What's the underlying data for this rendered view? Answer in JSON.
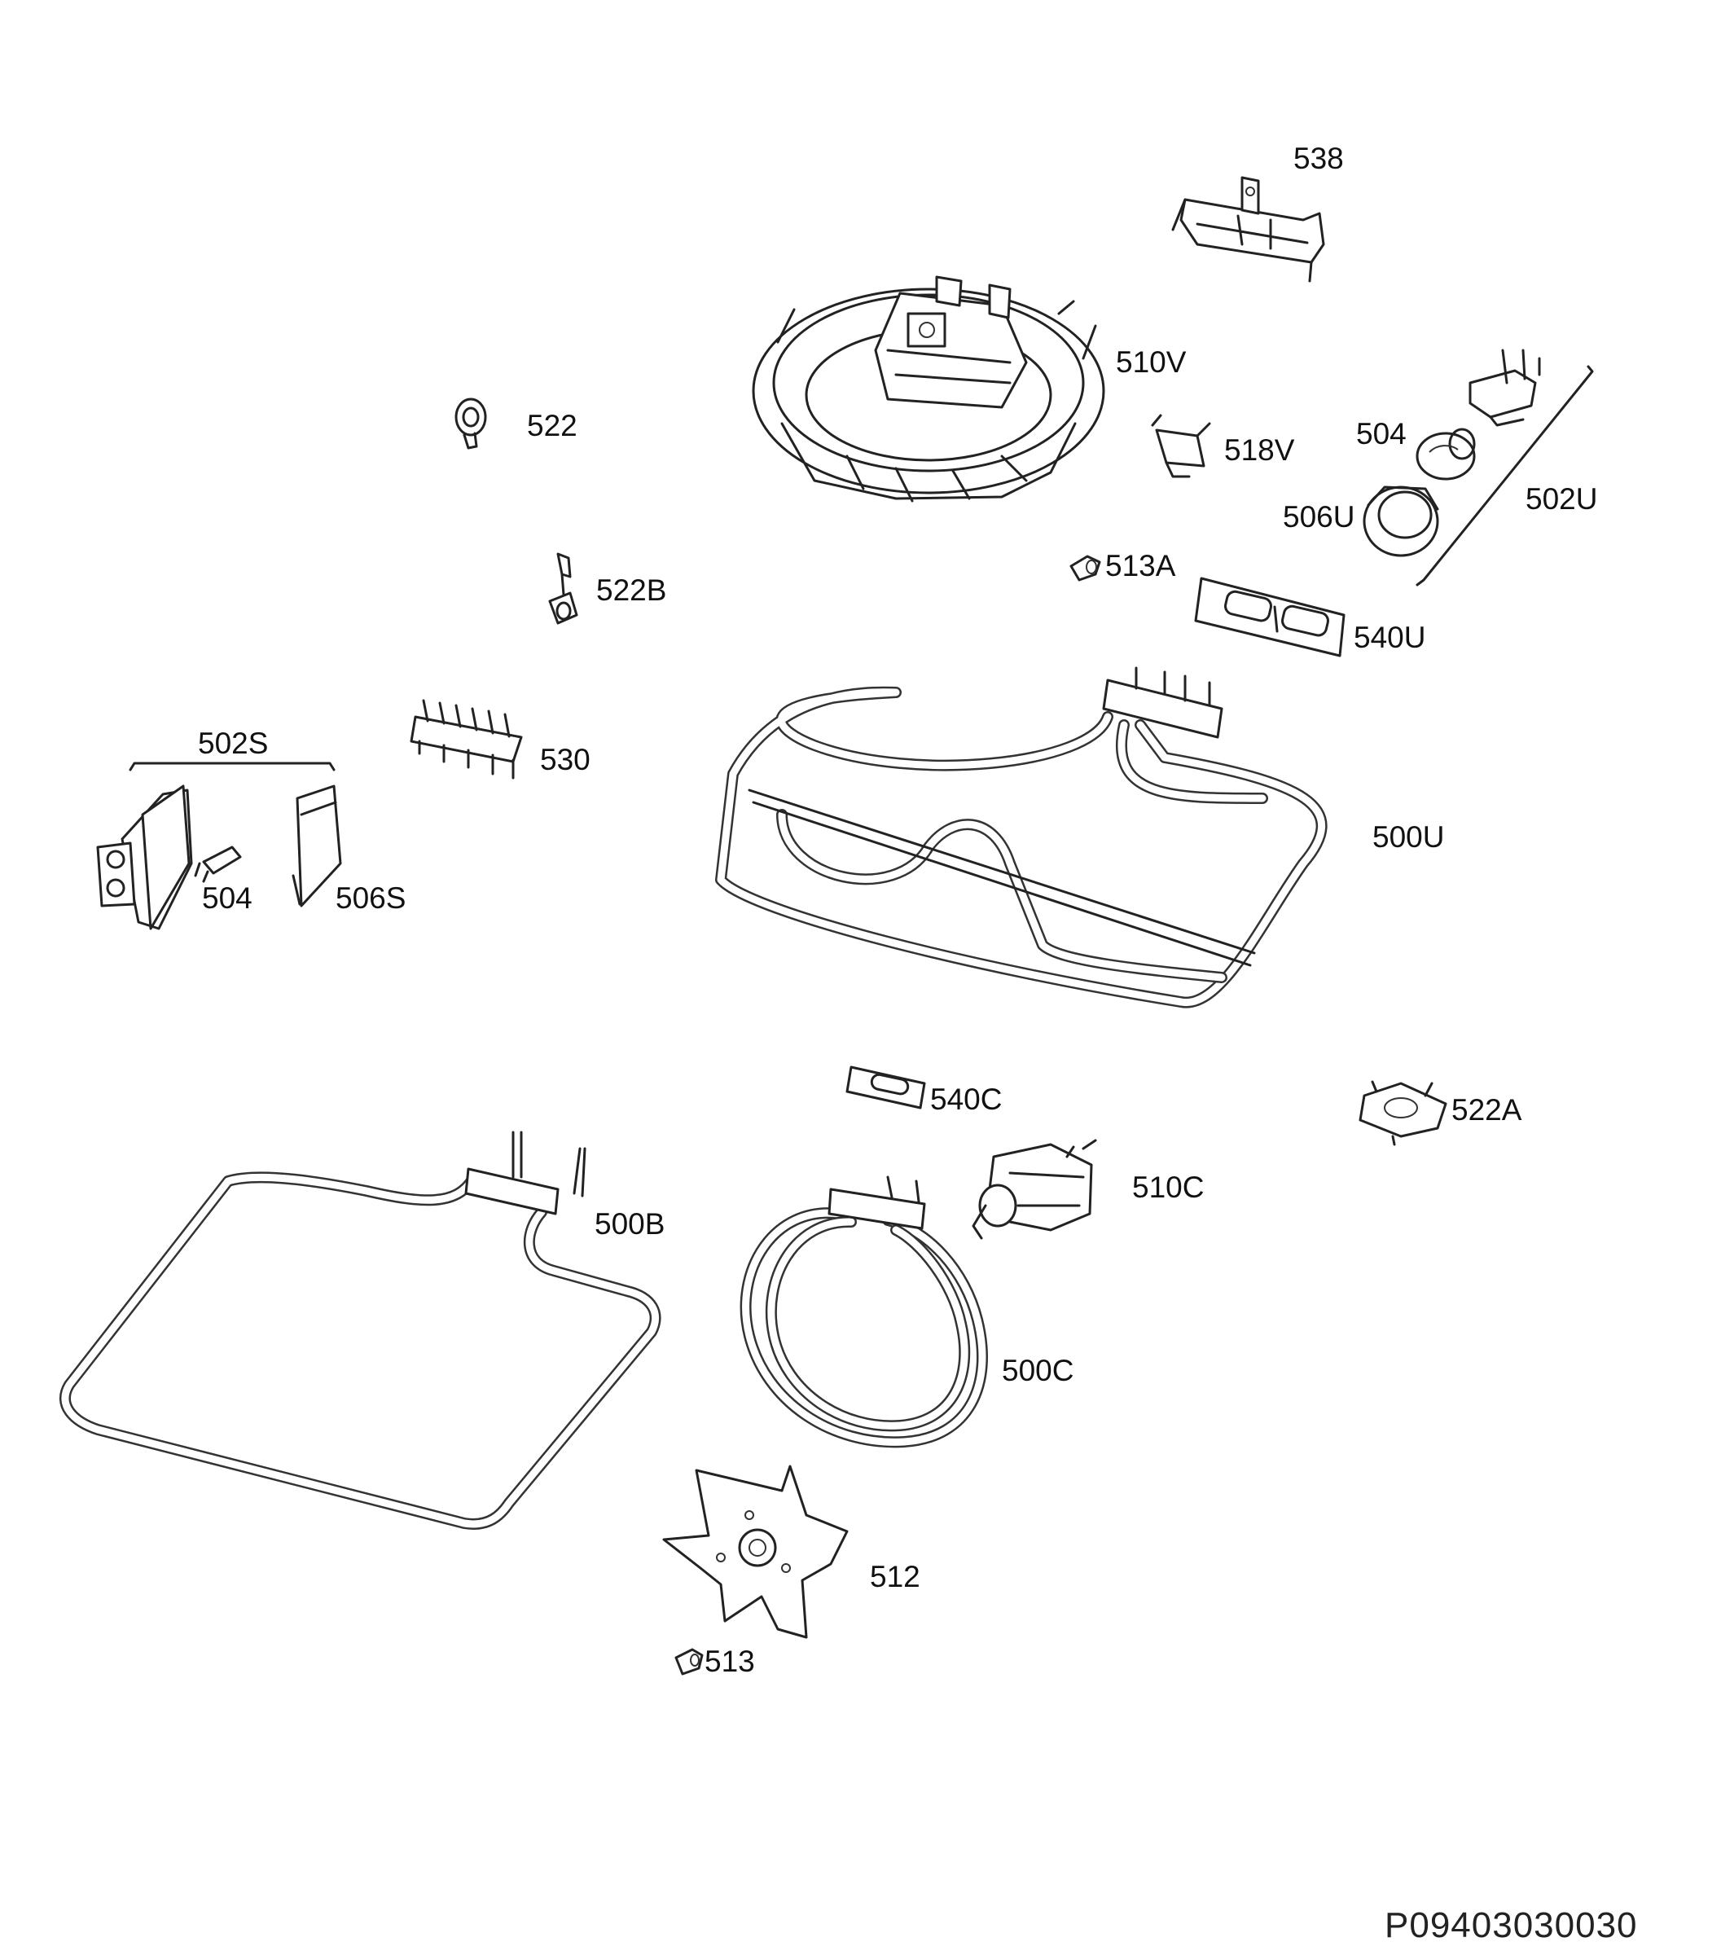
{
  "labels": {
    "p538": "538",
    "p510V": "510V",
    "p522": "522",
    "p518V": "518V",
    "p504_top": "504",
    "p506U": "506U",
    "p502U": "502U",
    "p513A": "513A",
    "p522B": "522B",
    "p540U": "540U",
    "p502S": "502S",
    "p530": "530",
    "p500U": "500U",
    "p504_left": "504",
    "p506S": "506S",
    "p540C": "540C",
    "p522A": "522A",
    "p510C": "510C",
    "p500B": "500B",
    "p500C": "500C",
    "p512": "512",
    "p513": "513"
  },
  "drawing_code": "P09403030030"
}
